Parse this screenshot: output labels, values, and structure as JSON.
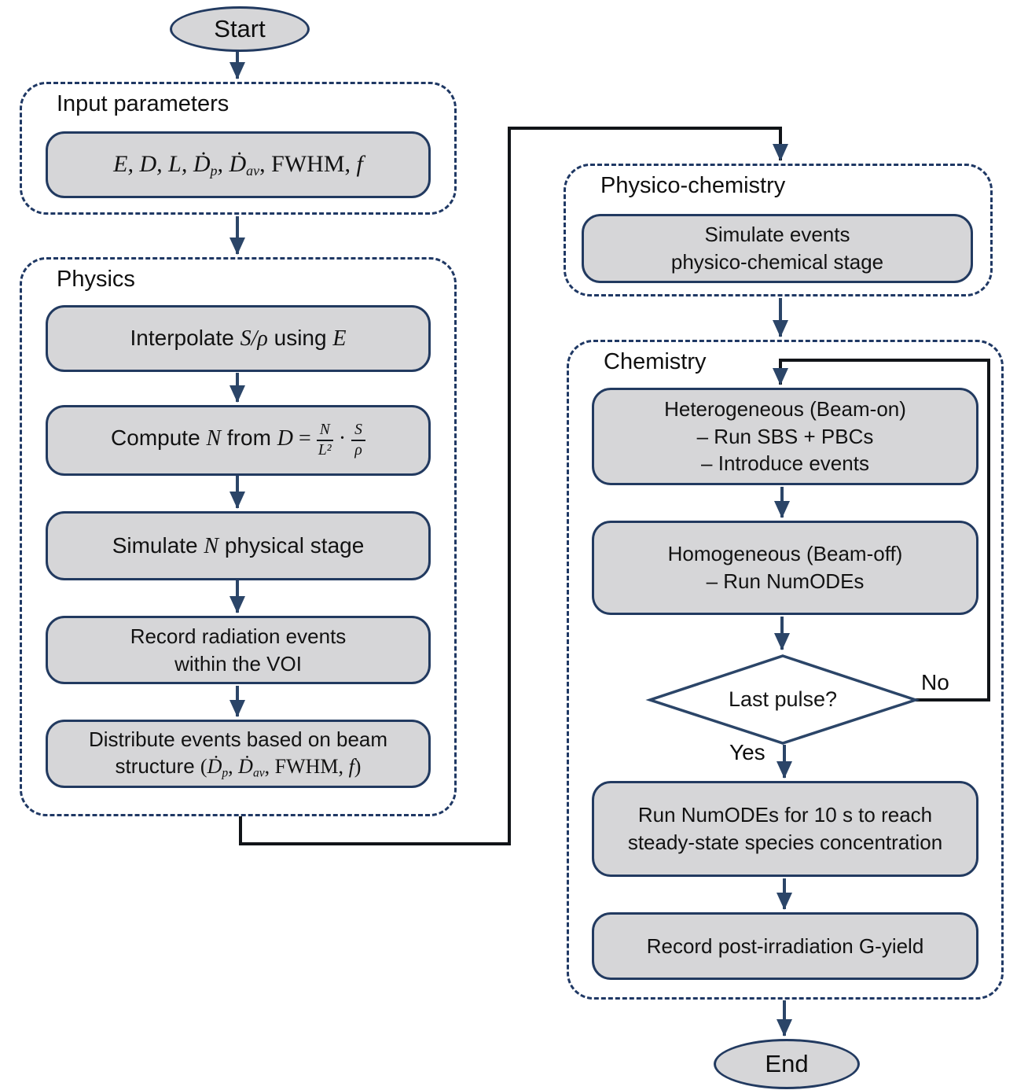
{
  "colors": {
    "navy_border": "#223a60",
    "navy_dash": "#1f3864",
    "arrow_navy": "#2b4568",
    "box_fill": "#d6d6d8",
    "connector_black": "#111418",
    "text": "#121212"
  },
  "terminals": {
    "start": "Start",
    "end": "End"
  },
  "groups": {
    "input": {
      "title": "Input parameters"
    },
    "physics": {
      "title": "Physics"
    },
    "physico": {
      "title": "Physico-chemistry"
    },
    "chemistry": {
      "title": "Chemistry"
    }
  },
  "decision": {
    "label": "Last pulse?",
    "yes": "Yes",
    "no": "No"
  },
  "boxes": {
    "params": {
      "lines": [
        [
          {
            "t": "m",
            "v": "E, D, L, "
          },
          {
            "t": "m",
            "v": "Ḋ"
          },
          {
            "t": "sub",
            "v": "p"
          },
          {
            "t": "m",
            "v": ", "
          },
          {
            "t": "m",
            "v": "Ḋ"
          },
          {
            "t": "sub",
            "v": "av"
          },
          {
            "t": "mr",
            "v": ", FWHM, "
          },
          {
            "t": "m",
            "v": "f"
          }
        ]
      ]
    },
    "interpolate": {
      "lines": [
        [
          {
            "t": "r",
            "v": "Interpolate "
          },
          {
            "t": "m",
            "v": "S/ρ"
          },
          {
            "t": "r",
            "v": " using "
          },
          {
            "t": "m",
            "v": "E"
          }
        ]
      ]
    },
    "compute": {
      "lines": [
        [
          {
            "t": "r",
            "v": "Compute "
          },
          {
            "t": "m",
            "v": "N"
          },
          {
            "t": "r",
            "v": " from "
          },
          {
            "t": "m",
            "v": "D"
          },
          {
            "t": "mr",
            "v": " = "
          },
          {
            "t": "frac",
            "num": [
              {
                "t": "m",
                "v": "N"
              }
            ],
            "den": [
              {
                "t": "m",
                "v": "L²"
              }
            ]
          },
          {
            "t": "mr",
            "v": " · "
          },
          {
            "t": "frac",
            "num": [
              {
                "t": "m",
                "v": "S"
              }
            ],
            "den": [
              {
                "t": "m",
                "v": "ρ"
              }
            ]
          }
        ]
      ]
    },
    "simulate_n": {
      "lines": [
        [
          {
            "t": "r",
            "v": "Simulate "
          },
          {
            "t": "m",
            "v": "N"
          },
          {
            "t": "r",
            "v": " physical stage"
          }
        ]
      ]
    },
    "record_events": {
      "lines": [
        [
          {
            "t": "r",
            "v": "Record radiation events"
          }
        ],
        [
          {
            "t": "r",
            "v": "within the VOI"
          }
        ]
      ]
    },
    "distribute": {
      "lines": [
        [
          {
            "t": "r",
            "v": "Distribute events based on beam"
          }
        ],
        [
          {
            "t": "r",
            "v": "structure "
          },
          {
            "t": "mr",
            "v": "("
          },
          {
            "t": "m",
            "v": "Ḋ"
          },
          {
            "t": "sub",
            "v": "p"
          },
          {
            "t": "mr",
            "v": ", "
          },
          {
            "t": "m",
            "v": "Ḋ"
          },
          {
            "t": "sub",
            "v": "av"
          },
          {
            "t": "mr",
            "v": ", FWHM, "
          },
          {
            "t": "m",
            "v": "f"
          },
          {
            "t": "mr",
            "v": ")"
          }
        ]
      ]
    },
    "sim_events": {
      "lines": [
        [
          {
            "t": "r",
            "v": "Simulate events"
          }
        ],
        [
          {
            "t": "r",
            "v": "physico-chemical stage"
          }
        ]
      ]
    },
    "heterogeneous": {
      "lines": [
        [
          {
            "t": "r",
            "v": "Heterogeneous (Beam-on)"
          }
        ],
        [
          {
            "t": "r",
            "v": "– Run SBS + PBCs"
          }
        ],
        [
          {
            "t": "r",
            "v": "– Introduce events"
          }
        ]
      ]
    },
    "homogeneous": {
      "lines": [
        [
          {
            "t": "r",
            "v": "Homogeneous (Beam-off)"
          }
        ],
        [
          {
            "t": "r",
            "v": "– Run NumODEs"
          }
        ]
      ]
    },
    "run_numodes": {
      "lines": [
        [
          {
            "t": "r",
            "v": "Run NumODEs for 10 s to reach"
          }
        ],
        [
          {
            "t": "r",
            "v": "steady-state species concentration"
          }
        ]
      ]
    },
    "record_gyield": {
      "lines": [
        [
          {
            "t": "r",
            "v": "Record post-irradiation G-yield"
          }
        ]
      ]
    }
  }
}
